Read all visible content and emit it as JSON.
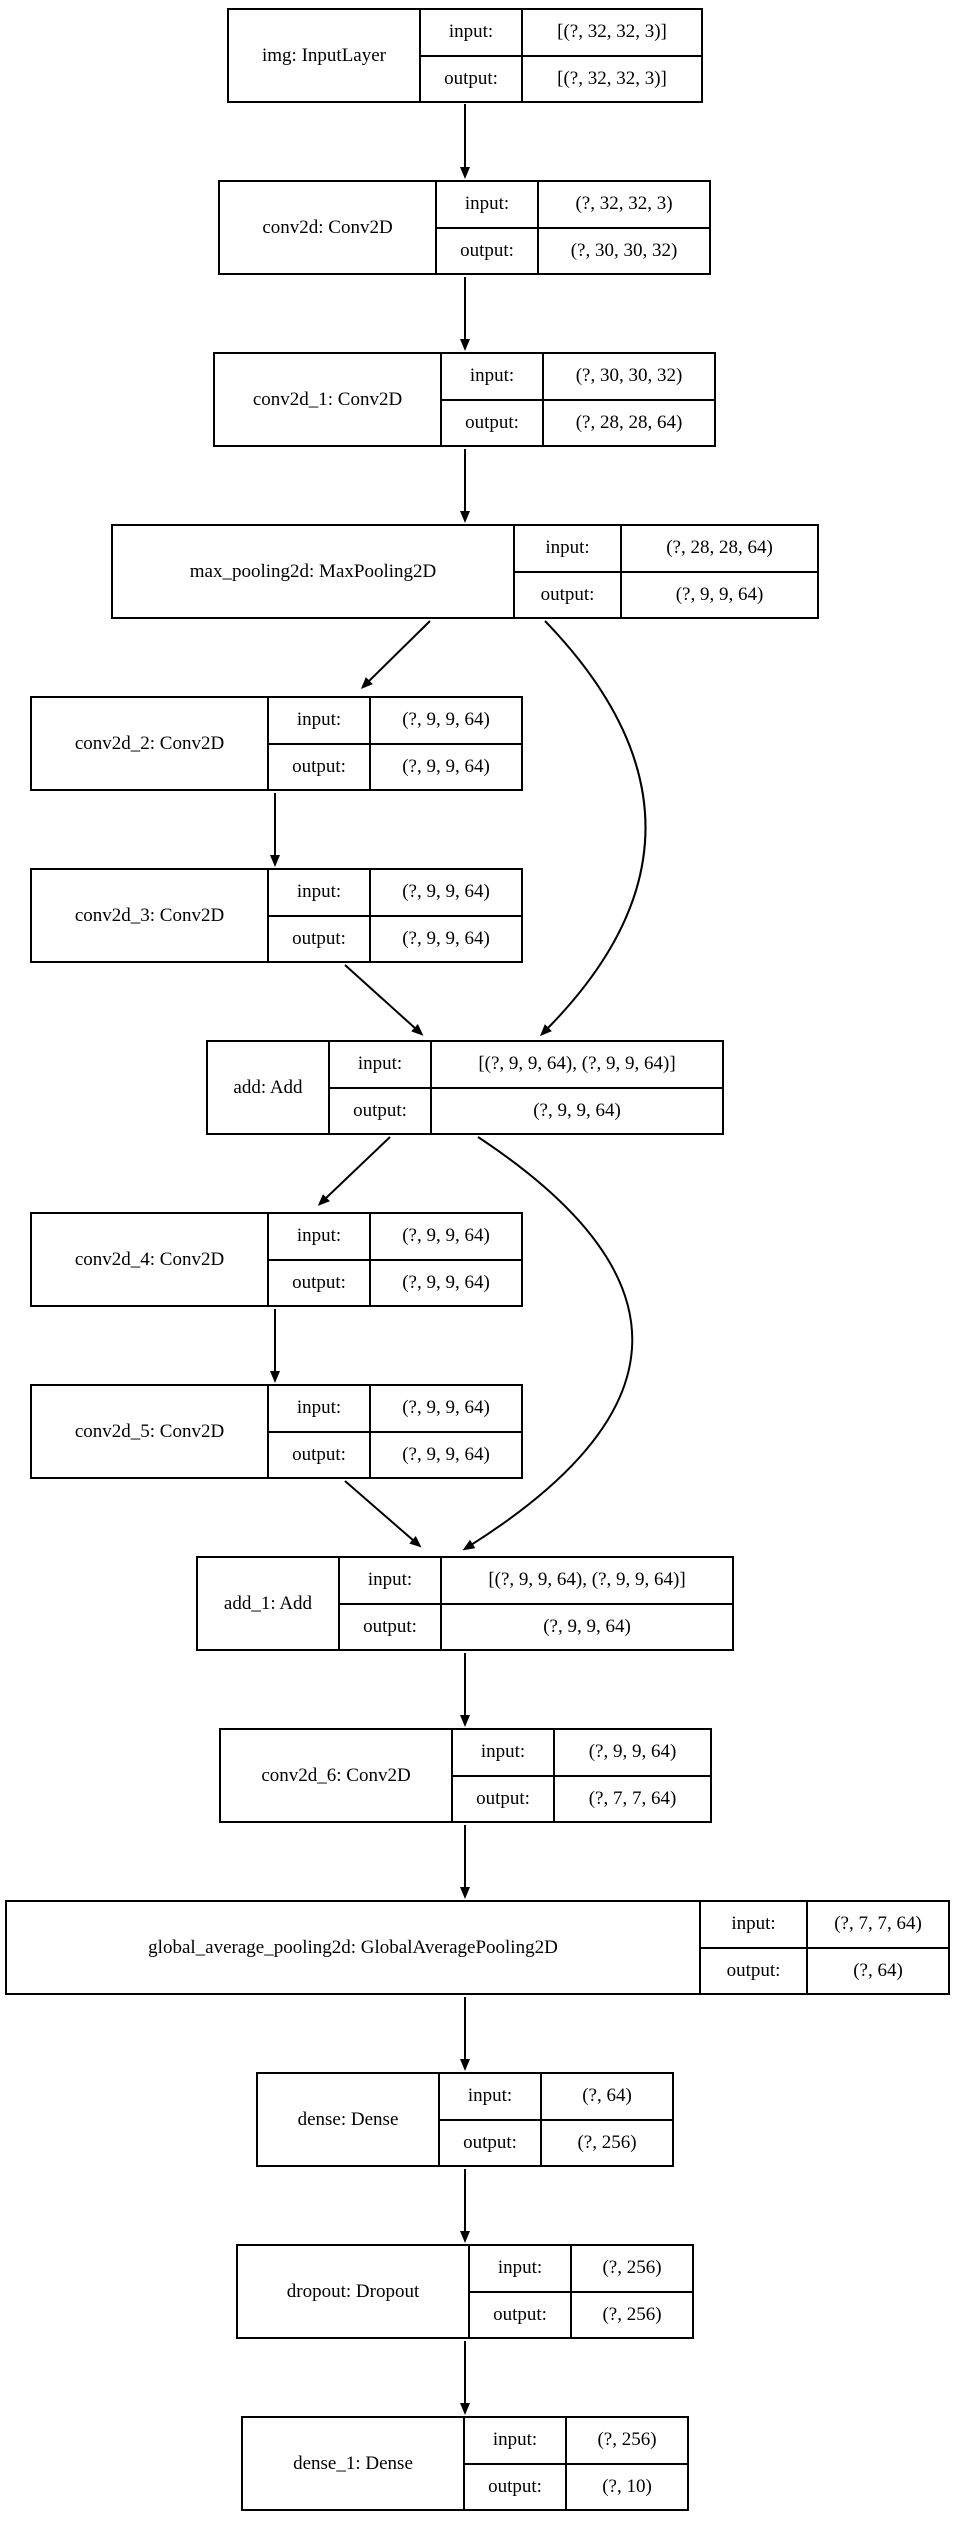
{
  "diagram": {
    "kind": "keras-model-architecture",
    "colors": {
      "background": "#ffffff",
      "border": "#000000",
      "text": "#000000"
    },
    "io_labels": {
      "input": "input:",
      "output": "output:"
    },
    "nodes": [
      {
        "id": "img",
        "name": "img: InputLayer",
        "input": "[(?, 32, 32, 3)]",
        "output": "[(?, 32, 32, 3)]"
      },
      {
        "id": "conv2d",
        "name": "conv2d: Conv2D",
        "input": "(?, 32, 32, 3)",
        "output": "(?, 30, 30, 32)"
      },
      {
        "id": "conv2d_1",
        "name": "conv2d_1: Conv2D",
        "input": "(?, 30, 30, 32)",
        "output": "(?, 28, 28, 64)"
      },
      {
        "id": "max_pooling2d",
        "name": "max_pooling2d: MaxPooling2D",
        "input": "(?, 28, 28, 64)",
        "output": "(?, 9, 9, 64)"
      },
      {
        "id": "conv2d_2",
        "name": "conv2d_2: Conv2D",
        "input": "(?, 9, 9, 64)",
        "output": "(?, 9, 9, 64)"
      },
      {
        "id": "conv2d_3",
        "name": "conv2d_3: Conv2D",
        "input": "(?, 9, 9, 64)",
        "output": "(?, 9, 9, 64)"
      },
      {
        "id": "add",
        "name": "add: Add",
        "input": "[(?, 9, 9, 64), (?, 9, 9, 64)]",
        "output": "(?, 9, 9, 64)"
      },
      {
        "id": "conv2d_4",
        "name": "conv2d_4: Conv2D",
        "input": "(?, 9, 9, 64)",
        "output": "(?, 9, 9, 64)"
      },
      {
        "id": "conv2d_5",
        "name": "conv2d_5: Conv2D",
        "input": "(?, 9, 9, 64)",
        "output": "(?, 9, 9, 64)"
      },
      {
        "id": "add_1",
        "name": "add_1: Add",
        "input": "[(?, 9, 9, 64), (?, 9, 9, 64)]",
        "output": "(?, 9, 9, 64)"
      },
      {
        "id": "conv2d_6",
        "name": "conv2d_6: Conv2D",
        "input": "(?, 9, 9, 64)",
        "output": "(?, 7, 7, 64)"
      },
      {
        "id": "global_average_pooling2d",
        "name": "global_average_pooling2d: GlobalAveragePooling2D",
        "input": "(?, 7, 7, 64)",
        "output": "(?, 64)"
      },
      {
        "id": "dense",
        "name": "dense: Dense",
        "input": "(?, 64)",
        "output": "(?, 256)"
      },
      {
        "id": "dropout",
        "name": "dropout: Dropout",
        "input": "(?, 256)",
        "output": "(?, 256)"
      },
      {
        "id": "dense_1",
        "name": "dense_1: Dense",
        "input": "(?, 256)",
        "output": "(?, 10)"
      }
    ],
    "edges": [
      {
        "from": "img",
        "to": "conv2d"
      },
      {
        "from": "conv2d",
        "to": "conv2d_1"
      },
      {
        "from": "conv2d_1",
        "to": "max_pooling2d"
      },
      {
        "from": "max_pooling2d",
        "to": "conv2d_2"
      },
      {
        "from": "max_pooling2d",
        "to": "add"
      },
      {
        "from": "conv2d_2",
        "to": "conv2d_3"
      },
      {
        "from": "conv2d_3",
        "to": "add"
      },
      {
        "from": "add",
        "to": "conv2d_4"
      },
      {
        "from": "add",
        "to": "add_1"
      },
      {
        "from": "conv2d_4",
        "to": "conv2d_5"
      },
      {
        "from": "conv2d_5",
        "to": "add_1"
      },
      {
        "from": "add_1",
        "to": "conv2d_6"
      },
      {
        "from": "conv2d_6",
        "to": "global_average_pooling2d"
      },
      {
        "from": "global_average_pooling2d",
        "to": "dense"
      },
      {
        "from": "dense",
        "to": "dropout"
      },
      {
        "from": "dropout",
        "to": "dense_1"
      }
    ]
  }
}
